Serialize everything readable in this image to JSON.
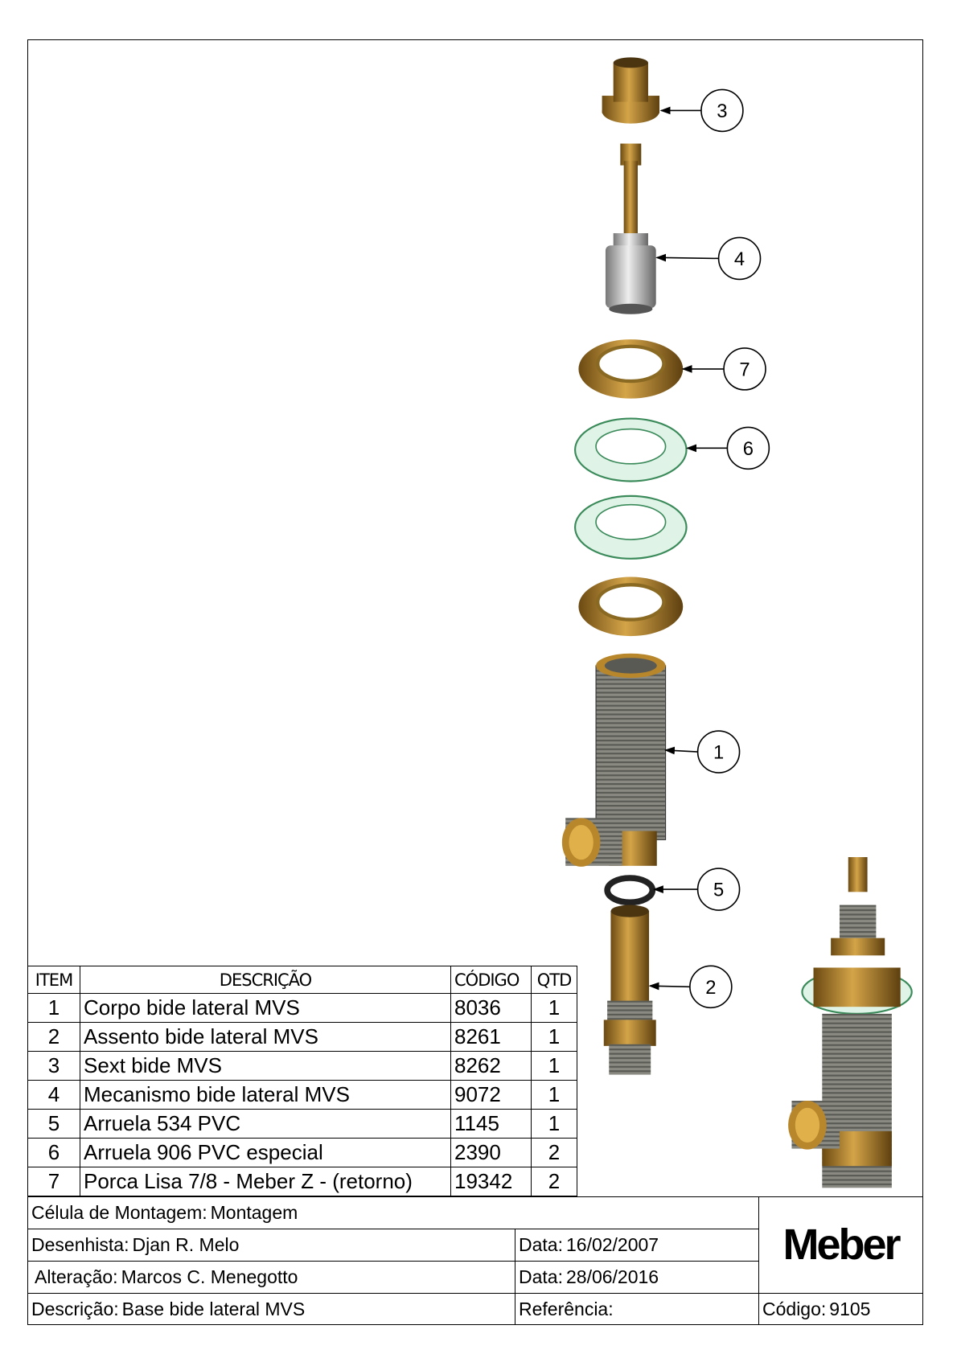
{
  "bom": {
    "headers": {
      "item": "ITEM",
      "descricao": "DESCRIÇÃO",
      "codigo": "CÓDIGO",
      "qtd": "QTD"
    },
    "rows": [
      {
        "item": "1",
        "descricao": "Corpo bide lateral MVS",
        "codigo": "8036",
        "qtd": "1"
      },
      {
        "item": "2",
        "descricao": "Assento bide lateral MVS",
        "codigo": "8261",
        "qtd": "1"
      },
      {
        "item": "3",
        "descricao": "Sext bide MVS",
        "codigo": "8262",
        "qtd": "1"
      },
      {
        "item": "4",
        "descricao": "Mecanismo bide lateral MVS",
        "codigo": "9072",
        "qtd": "1"
      },
      {
        "item": "5",
        "descricao": "Arruela 534 PVC",
        "codigo": "1145",
        "qtd": "1"
      },
      {
        "item": "6",
        "descricao": "Arruela 906 PVC especial",
        "codigo": "2390",
        "qtd": "2"
      },
      {
        "item": "7",
        "descricao": "Porca Lisa 7/8 - Meber Z - (retorno)",
        "codigo": "19342",
        "qtd": "2"
      }
    ]
  },
  "balloons": [
    "3",
    "4",
    "7",
    "6",
    "1",
    "5",
    "2"
  ],
  "title_block": {
    "celula_label": "Célula de Montagem:",
    "celula_value": "Montagem",
    "desenhista_label": "Desenhista:",
    "desenhista_value": "Djan R. Melo",
    "data1_label": "Data:",
    "data1_value": "16/02/2007",
    "alteracao_label": "Alteração:",
    "alteracao_value": "Marcos C. Menegotto",
    "data2_label": "Data:",
    "data2_value": "28/06/2016",
    "descricao_label": "Descrição:",
    "descricao_value": "Base bide lateral MVS",
    "referencia_label": "Referência:",
    "referencia_value": "",
    "codigo_label": "Código:",
    "codigo_value": "9105",
    "logo": "Meber"
  },
  "colors": {
    "brass": "#b8862b",
    "steel": "#a9a9a9",
    "pvc": "#dff3e6"
  }
}
